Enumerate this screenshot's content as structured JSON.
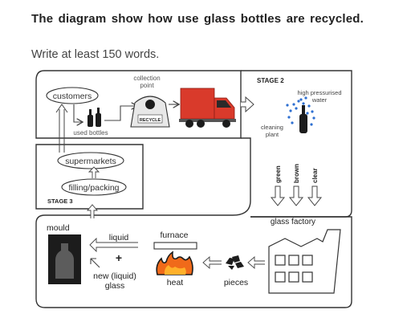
{
  "question": {
    "title": "The diagram show how use glass bottles are recycled.",
    "instruction": "Write at least 150 words."
  },
  "diagram": {
    "stage1": {
      "customers": "customers",
      "used_bottles": "used bottles",
      "collection_point_line1": "collection",
      "collection_point_line2": "point",
      "recycle_bin": "RECYCLE"
    },
    "stage2": {
      "label": "STAGE 2",
      "high_pressure_line1": "high pressurised",
      "high_pressure_line2": "water",
      "cleaning_line1": "cleaning",
      "cleaning_line2": "plant",
      "colours": [
        "green",
        "brown",
        "clear"
      ],
      "glass_factory": "glass factory"
    },
    "stage3": {
      "label": "STAGE 3",
      "supermarkets": "supermarkets",
      "filling_packing": "filling/packing"
    },
    "production": {
      "mould": "mould",
      "liquid": "liquid",
      "plus": "+",
      "new_glass_line1": "new (liquid)",
      "new_glass_line2": "glass",
      "furnace": "furnace",
      "heat": "heat",
      "pieces": "pieces"
    }
  },
  "colors": {
    "truck": "#d93a2b",
    "water": "#2d6fd1",
    "fire": "#f06a1a",
    "bottle": "#1c1c1c",
    "frame": "#333333"
  }
}
